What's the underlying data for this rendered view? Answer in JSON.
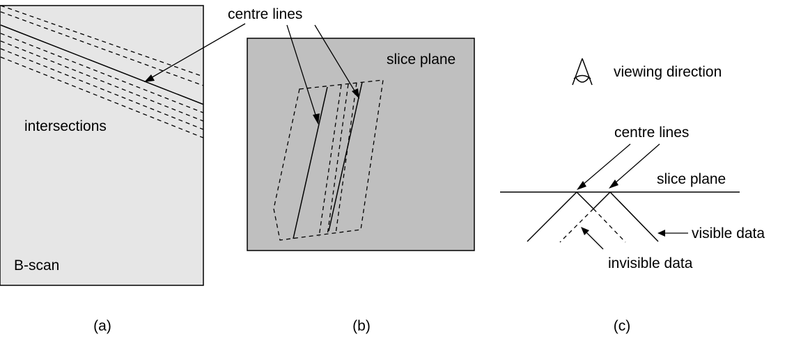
{
  "panel_a": {
    "caption": "(a)",
    "label_intersections": "intersections",
    "label_bscan": "B-scan"
  },
  "panel_b": {
    "caption": "(b)",
    "label_centre_lines": "centre lines",
    "label_slice_plane": "slice plane"
  },
  "panel_c": {
    "caption": "(c)",
    "label_viewing_direction": "viewing direction",
    "label_centre_lines": "centre lines",
    "label_slice_plane": "slice plane",
    "label_visible_data": "visible data",
    "label_invisible_data": "invisible data"
  },
  "colors": {
    "bscan_fill": "#e6e6e6",
    "slice_plane_fill": "#bfbfbf",
    "line": "#000000"
  }
}
